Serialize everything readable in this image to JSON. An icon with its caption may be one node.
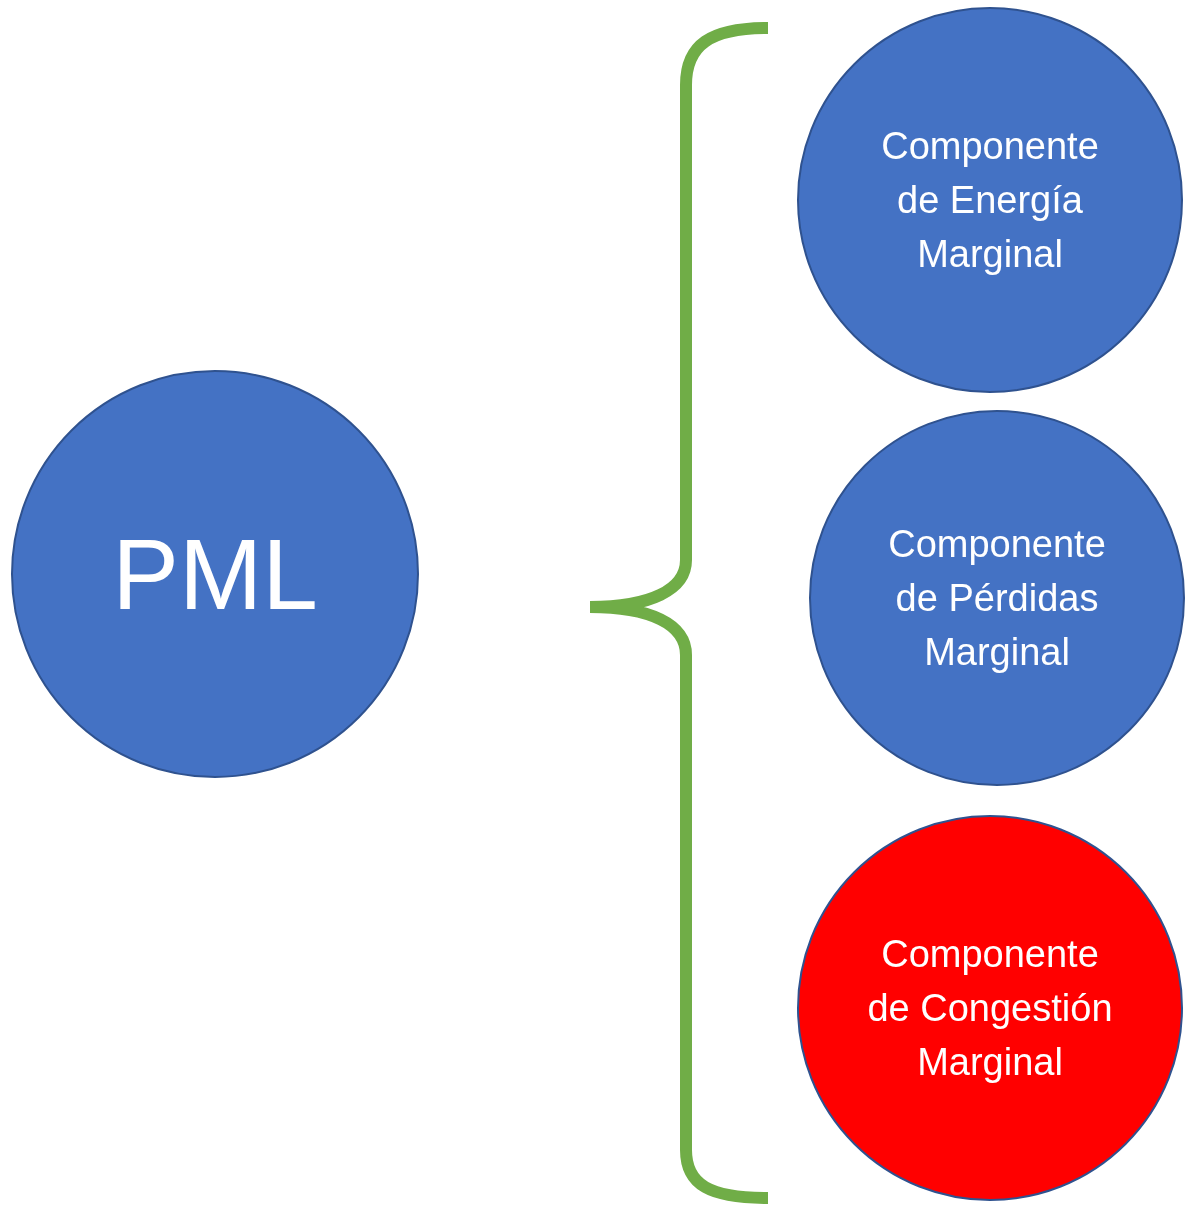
{
  "diagram": {
    "nodes": [
      {
        "text": [
          "PML"
        ]
      },
      {
        "text": [
          "Componente de Energía Marginal"
        ]
      },
      {
        "text": [
          "Componente de Pérdidas Marginal"
        ]
      },
      {
        "text": [
          "Componente de Congestión Marginal"
        ]
      }
    ]
  }
}
